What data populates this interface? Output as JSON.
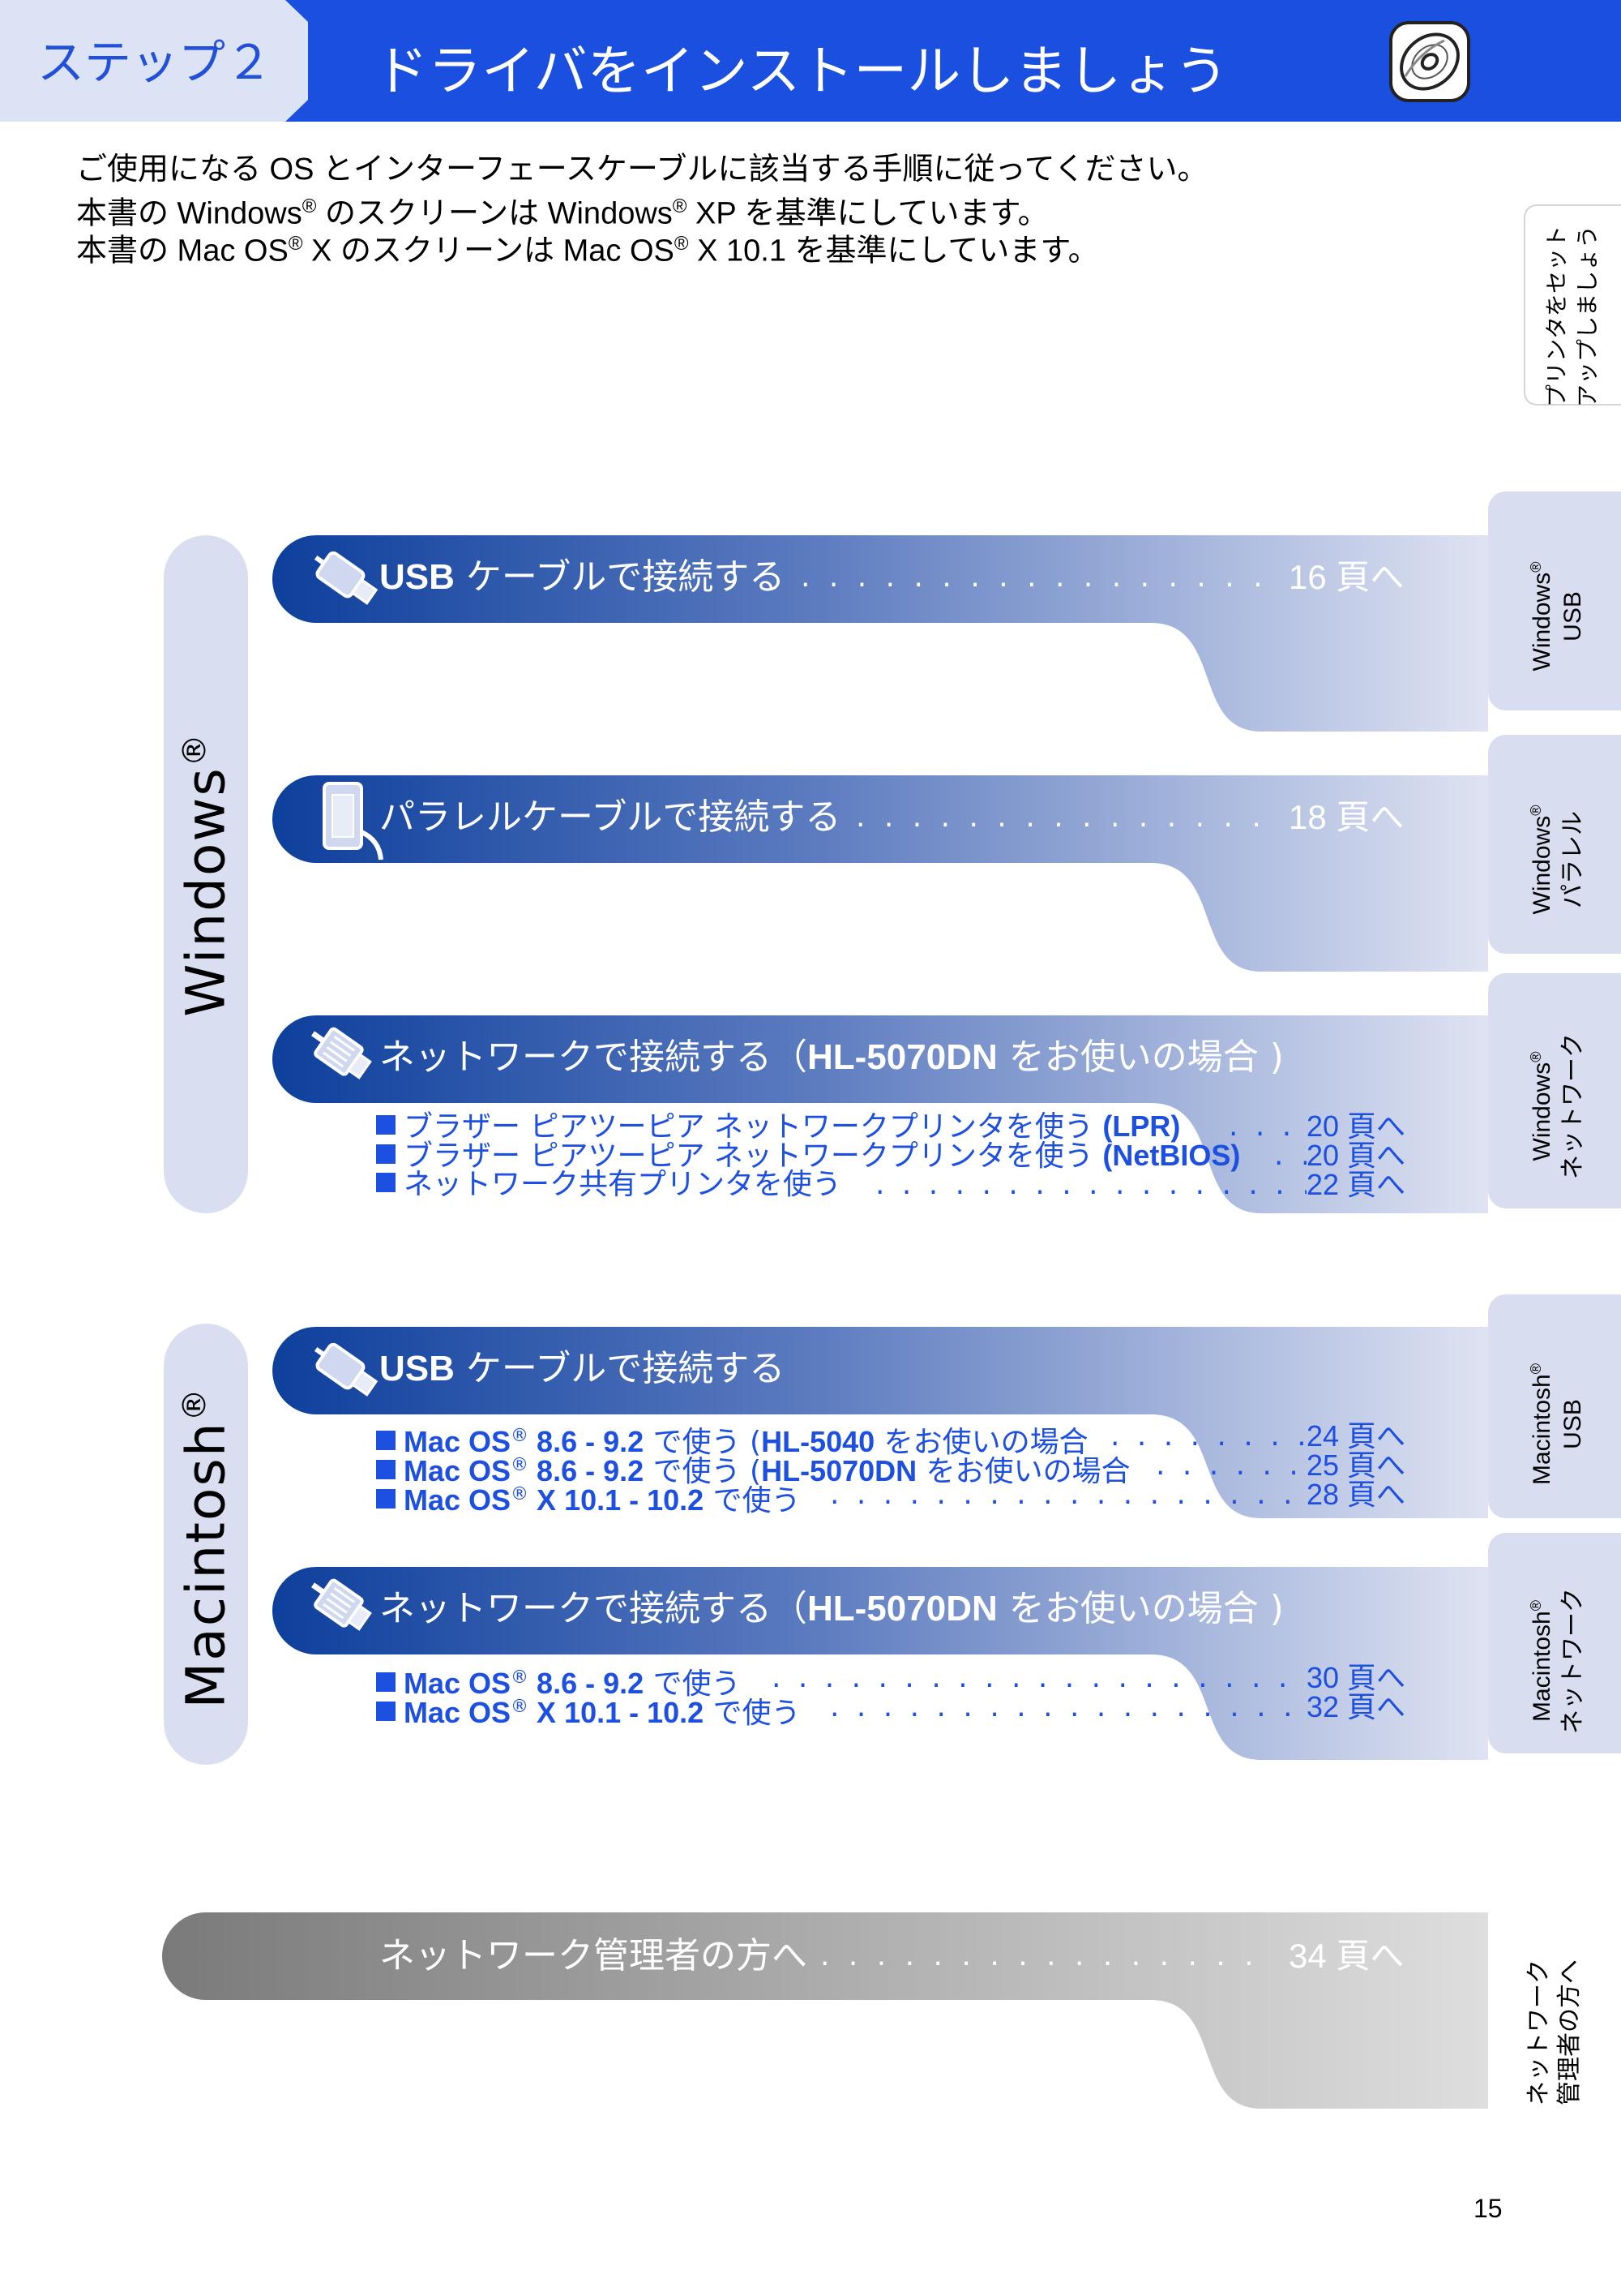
{
  "header": {
    "step_label": "ステップ２",
    "title": "ドライバをインストールしましょう",
    "icon": "cd-icon"
  },
  "intro": {
    "line1": "ご使用になる OS とインターフェースケーブルに該当する手順に従ってください。",
    "line2_a": "本書の Windows",
    "line2_b": " のスクリーンは Windows",
    "line2_c": " XP を基準にしています。",
    "line3_a": "本書の Mac OS",
    "line3_b": " X のスクリーンは Mac OS",
    "line3_c": " X 10.1 を基準にしています。",
    "reg": "®"
  },
  "side_tabs": {
    "setup_1": "プリンタをセット",
    "setup_2": "アップしましょう",
    "win_usb_1": "Windows",
    "win_usb_2": "USB",
    "win_par_1": "Windows",
    "win_par_2": "パラレル",
    "win_net_1": "Windows",
    "win_net_2": "ネットワーク",
    "mac_usb_1": "Macintosh",
    "mac_usb_2": "USB",
    "mac_net_1": "Macintosh",
    "mac_net_2": "ネットワーク",
    "admin_1": "ネットワーク",
    "admin_2": "管理者の方へ"
  },
  "groups": {
    "windows": "Windows",
    "macintosh": "Macintosh",
    "reg": "®"
  },
  "sections": {
    "win_usb": {
      "title_bold": "USB",
      "title_rest": " ケーブルで接続する",
      "page": "16 頁へ",
      "icon": "usb-cable-icon"
    },
    "win_parallel": {
      "title": "パラレルケーブルで接続する",
      "page": "18 頁へ",
      "icon": "parallel-cable-icon"
    },
    "win_network": {
      "title_a": "ネットワークで接続する（",
      "title_bold": "HL-5070DN",
      "title_b": " をお使いの場合 )",
      "icon": "network-cable-icon",
      "items": [
        {
          "text": "ブラザー ピアツーピア ネットワークプリンタを使う ",
          "bold": "(LPR)",
          "page": "20 頁へ"
        },
        {
          "text": "ブラザー ピアツーピア ネットワークプリンタを使う ",
          "bold": "(NetBIOS)",
          "page": "20 頁へ"
        },
        {
          "text": "ネットワーク共有プリンタを使う",
          "bold": "",
          "page": "22 頁へ"
        }
      ]
    },
    "mac_usb": {
      "title_bold": "USB",
      "title_rest": " ケーブルで接続する",
      "icon": "usb-cable-icon",
      "items": [
        {
          "os": "Mac OS",
          "ver": " 8.6 - 9.2",
          "text_a": " で使う (",
          "bold": "HL-5040",
          "text_b": " をお使いの場合",
          "page": "24 頁へ"
        },
        {
          "os": "Mac OS",
          "ver": " 8.6 - 9.2",
          "text_a": " で使う (",
          "bold": "HL-5070DN",
          "text_b": " をお使いの場合",
          "page": "25 頁へ"
        },
        {
          "os": "Mac OS",
          "ver": " X 10.1 - 10.2",
          "text_a": " で使う",
          "bold": "",
          "text_b": "",
          "page": "28 頁へ"
        }
      ]
    },
    "mac_network": {
      "title_a": "ネットワークで接続する（",
      "title_bold": "HL-5070DN",
      "title_b": " をお使いの場合 )",
      "icon": "network-cable-icon",
      "items": [
        {
          "os": "Mac OS",
          "ver": " 8.6 - 9.2",
          "text_a": " で使う",
          "page": "30 頁へ"
        },
        {
          "os": "Mac OS",
          "ver": " X 10.1 - 10.2",
          "text_a": " で使う",
          "page": "32 頁へ"
        }
      ]
    },
    "admin": {
      "title": "ネットワーク管理者の方へ",
      "page": "34 頁へ"
    }
  },
  "colors": {
    "header_blue": "#1a4fe0",
    "banner_blue": "#0d3f9c",
    "banner_light": "#dfe3f2",
    "link_blue": "#1d4fe0",
    "admin_dark": "#7a7a7a",
    "admin_light": "#dedede"
  },
  "page_number": "15"
}
